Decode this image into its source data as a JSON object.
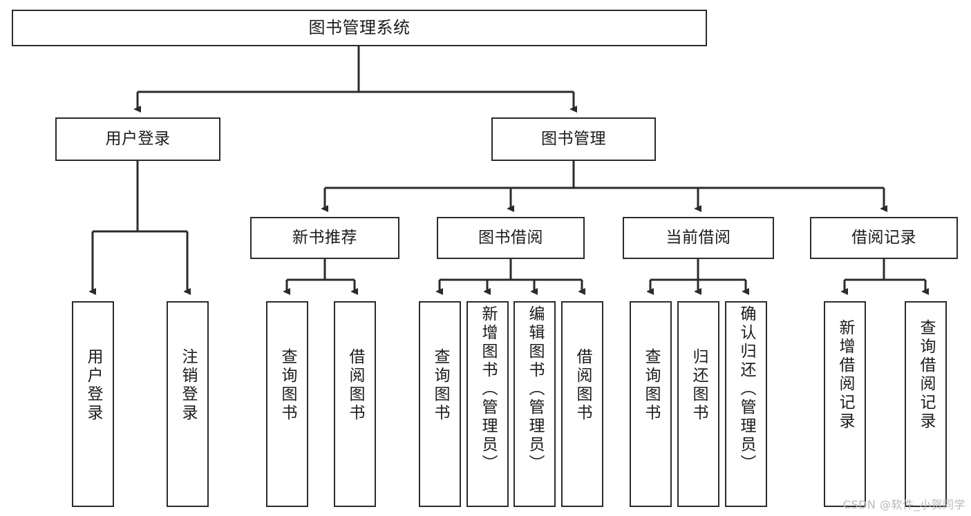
{
  "diagram": {
    "type": "tree-hierarchy",
    "title": "图书管理系统",
    "watermark": "CSDN @软件_小贺同学",
    "colors": {
      "stroke": "#2b2b2b",
      "fill": "#ffffff",
      "text": "#1a1a1a",
      "watermark": "#b8b8b8"
    },
    "nodes": {
      "root": {
        "label": "图书管理系统"
      },
      "level2": [
        {
          "id": "user-login",
          "label": "用户登录"
        },
        {
          "id": "book-manage",
          "label": "图书管理"
        }
      ],
      "level3": [
        {
          "id": "new-book-recommend",
          "label": "新书推荐"
        },
        {
          "id": "book-borrow",
          "label": "图书借阅"
        },
        {
          "id": "current-borrow",
          "label": "当前借阅"
        },
        {
          "id": "borrow-record",
          "label": "借阅记录"
        }
      ],
      "leaves": [
        {
          "id": "leaf-user-login",
          "label": "用户登录",
          "parent": "user-login"
        },
        {
          "id": "leaf-user-logout",
          "label": "注销登录",
          "parent": "user-login"
        },
        {
          "id": "leaf-query-book-1",
          "label": "查询图书",
          "parent": "new-book-recommend"
        },
        {
          "id": "leaf-borrow-book-1",
          "label": "借阅图书",
          "parent": "new-book-recommend"
        },
        {
          "id": "leaf-query-book-2",
          "label": "查询图书",
          "parent": "book-borrow"
        },
        {
          "id": "leaf-add-book",
          "label": "新增图书（管理员）",
          "parent": "book-borrow"
        },
        {
          "id": "leaf-edit-book",
          "label": "编辑图书（管理员）",
          "parent": "book-borrow"
        },
        {
          "id": "leaf-borrow-book-2",
          "label": "借阅图书",
          "parent": "book-borrow"
        },
        {
          "id": "leaf-query-book-3",
          "label": "查询图书",
          "parent": "current-borrow"
        },
        {
          "id": "leaf-return-book",
          "label": "归还图书",
          "parent": "current-borrow"
        },
        {
          "id": "leaf-confirm-return",
          "label": "确认归还（管理员）",
          "parent": "current-borrow"
        },
        {
          "id": "leaf-add-record",
          "label": "新增借阅记录",
          "parent": "borrow-record"
        },
        {
          "id": "leaf-query-record",
          "label": "查询借阅记录",
          "parent": "borrow-record"
        }
      ]
    }
  }
}
